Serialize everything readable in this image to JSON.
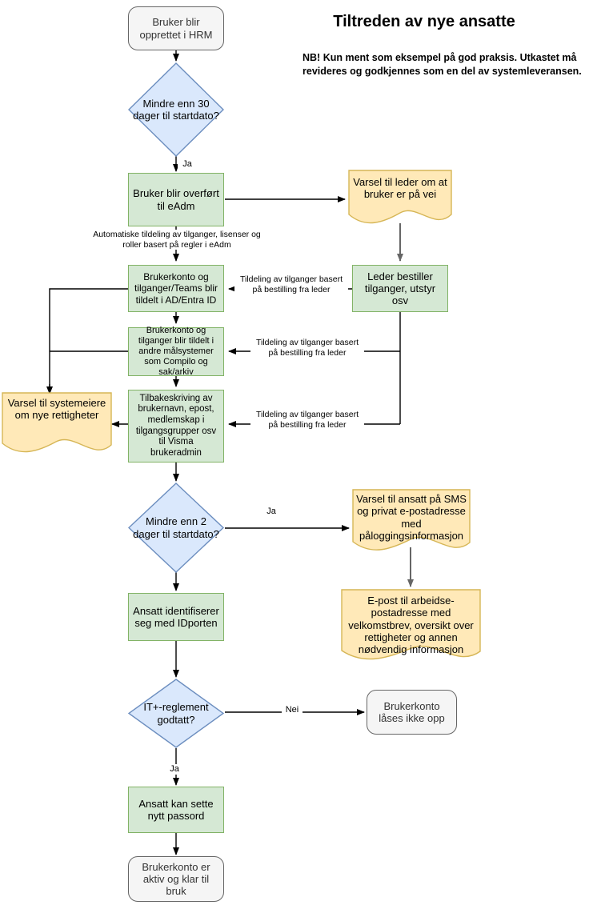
{
  "diagram": {
    "title": "Tiltreden av nye ansatte",
    "subtitle": "NB! Kun ment som eksempel på god praksis. Utkastet må revideres og godkjennes som en del av systemleveransen.",
    "colors": {
      "process_fill": "#d5e8d4",
      "process_stroke": "#82b366",
      "decision_fill": "#dae8fc",
      "decision_stroke": "#6c8ebf",
      "note_fill": "#ffe9b8",
      "note_stroke": "#d6b656",
      "terminator_fill": "#f5f5f5",
      "terminator_stroke": "#666666",
      "edge": "#000000",
      "edge_gray": "#666666"
    },
    "nodes": [
      {
        "id": "start",
        "type": "terminator",
        "label": "Bruker blir opprettet i HRM"
      },
      {
        "id": "d30",
        "type": "decision",
        "label": "Mindre enn 30 dager til startdato?"
      },
      {
        "id": "eadm",
        "type": "process",
        "label": "Bruker blir overført til eAdm"
      },
      {
        "id": "varsel-leder",
        "type": "note",
        "label": "Varsel til leder om at bruker er på vei"
      },
      {
        "id": "ad-entra",
        "type": "process",
        "label": "Brukerkonto og tilganger/Teams blir tildelt i AD/Entra ID"
      },
      {
        "id": "leder-best",
        "type": "process",
        "label": "Leder bestiller tilganger, utstyr osv"
      },
      {
        "id": "compilo",
        "type": "process",
        "label": "Brukerkonto og tilganger blir tildelt i andre målsystemer som Compilo og sak/arkiv"
      },
      {
        "id": "varsel-sys",
        "type": "note",
        "label": "Varsel til systemeiere om nye rettigheter"
      },
      {
        "id": "tilbake",
        "type": "process",
        "label": "Tilbakeskriving av brukernavn, epost, medlemskap i tilgangsgrupper osv til Visma brukeradmin"
      },
      {
        "id": "d2",
        "type": "decision",
        "label": "Mindre enn 2 dager til startdato?"
      },
      {
        "id": "varsel-sms",
        "type": "note",
        "label": "Varsel til ansatt på SMS og privat e-postadresse med påloggingsinformasjon"
      },
      {
        "id": "epost-arb",
        "type": "note",
        "label": "E-post til arbeidse-postadresse med velkomstbrev, oversikt over rettigheter og annen nødvendig informasjon"
      },
      {
        "id": "idporten",
        "type": "process",
        "label": "Ansatt identifiserer seg med IDporten"
      },
      {
        "id": "itreg",
        "type": "decision",
        "label": "IT+-reglement godtatt?"
      },
      {
        "id": "laases-ikke",
        "type": "terminator",
        "label": "Brukerkonto låses ikke opp"
      },
      {
        "id": "passord",
        "type": "process",
        "label": "Ansatt kan sette nytt passord"
      },
      {
        "id": "aktiv",
        "type": "terminator",
        "label": "Brukerkonto er aktiv og klar til bruk"
      }
    ],
    "edge_labels": [
      {
        "id": "ja-30",
        "text": "Ja"
      },
      {
        "id": "auto",
        "text": "Automatiske tildeling av tilganger, lisenser og roller basert på regler i eAdm"
      },
      {
        "id": "tildel-1",
        "text": "Tildeling av tilganger basert på bestilling fra leder"
      },
      {
        "id": "tildel-2",
        "text": "Tildeling av tilganger basert på bestilling fra leder"
      },
      {
        "id": "tildel-3",
        "text": "Tildeling av tilganger basert på bestilling fra leder"
      },
      {
        "id": "ja-2",
        "text": "Ja"
      },
      {
        "id": "nei-it",
        "text": "Nei"
      },
      {
        "id": "ja-it",
        "text": "Ja"
      }
    ]
  }
}
